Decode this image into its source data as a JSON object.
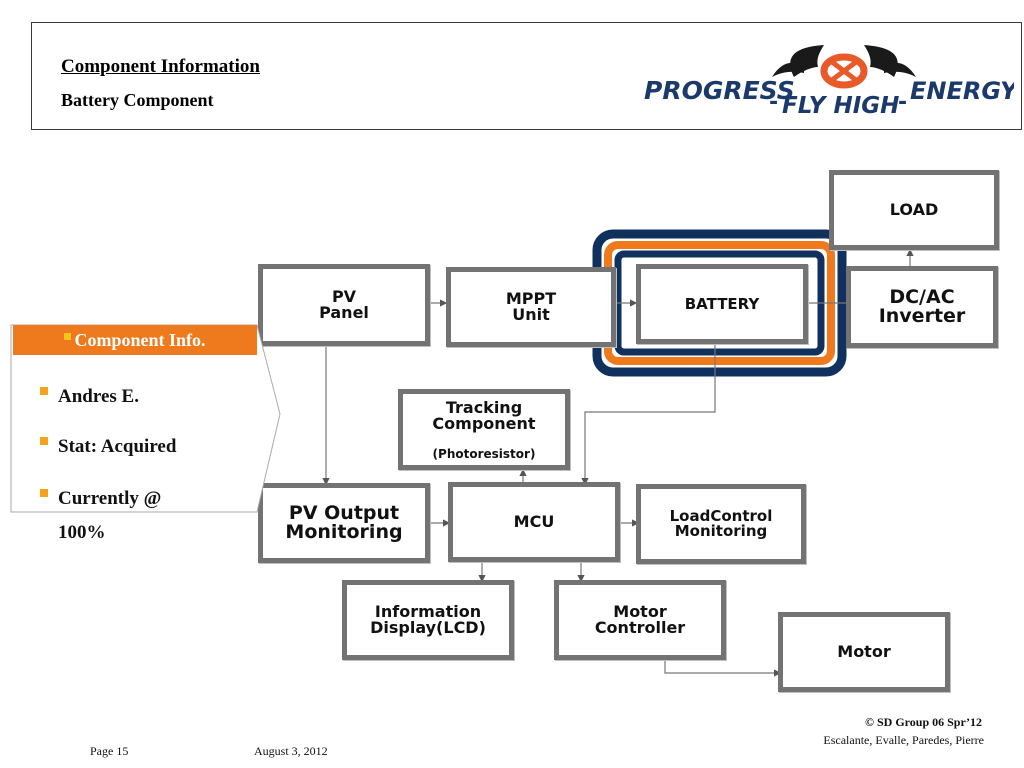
{
  "header": {
    "title": "Component Information",
    "subtitle": "Battery Component",
    "logo": {
      "word_left": "PROGRESS",
      "word_middle": "FLY HIGH",
      "word_right": "ENERGY",
      "dash": "-",
      "colors": {
        "text": "#1b3a6b",
        "accent": "#e85a2a",
        "wings": "#1a1a1a"
      }
    }
  },
  "diagram": {
    "boxes": {
      "load": "LOAD",
      "pv_panel": "PV\nPanel",
      "mppt": "MPPT\nUnit",
      "battery": "BATTERY",
      "dcac": "DC/AC\nInverter",
      "tracking": "Tracking\nComponent",
      "tracking_sub": "(Photoresistor)",
      "pv_output": "PV Output\nMonitoring",
      "mcu": "MCU",
      "load_control": "LoadControl\nMonitoring",
      "info_display": "Information\nDisplay(LCD)",
      "motor_controller": "Motor\nController",
      "motor": "Motor"
    },
    "highlight_colors": {
      "outer": "#10305e",
      "middle": "#ef7a1d",
      "box_border": "#737373"
    }
  },
  "info_panel": {
    "header": "Component Info.",
    "items": [
      "Andres E.",
      "Stat: Acquired",
      "Currently @",
      "100%"
    ],
    "colors": {
      "header_bg": "#ef7a1d",
      "bullet": "#f7a21a"
    }
  },
  "footer": {
    "page": "Page 15",
    "date": "August 3, 2012",
    "copyright": "© SD Group 06 Spr’12",
    "authors": "Escalante, Evalle, Paredes, Pierre"
  }
}
